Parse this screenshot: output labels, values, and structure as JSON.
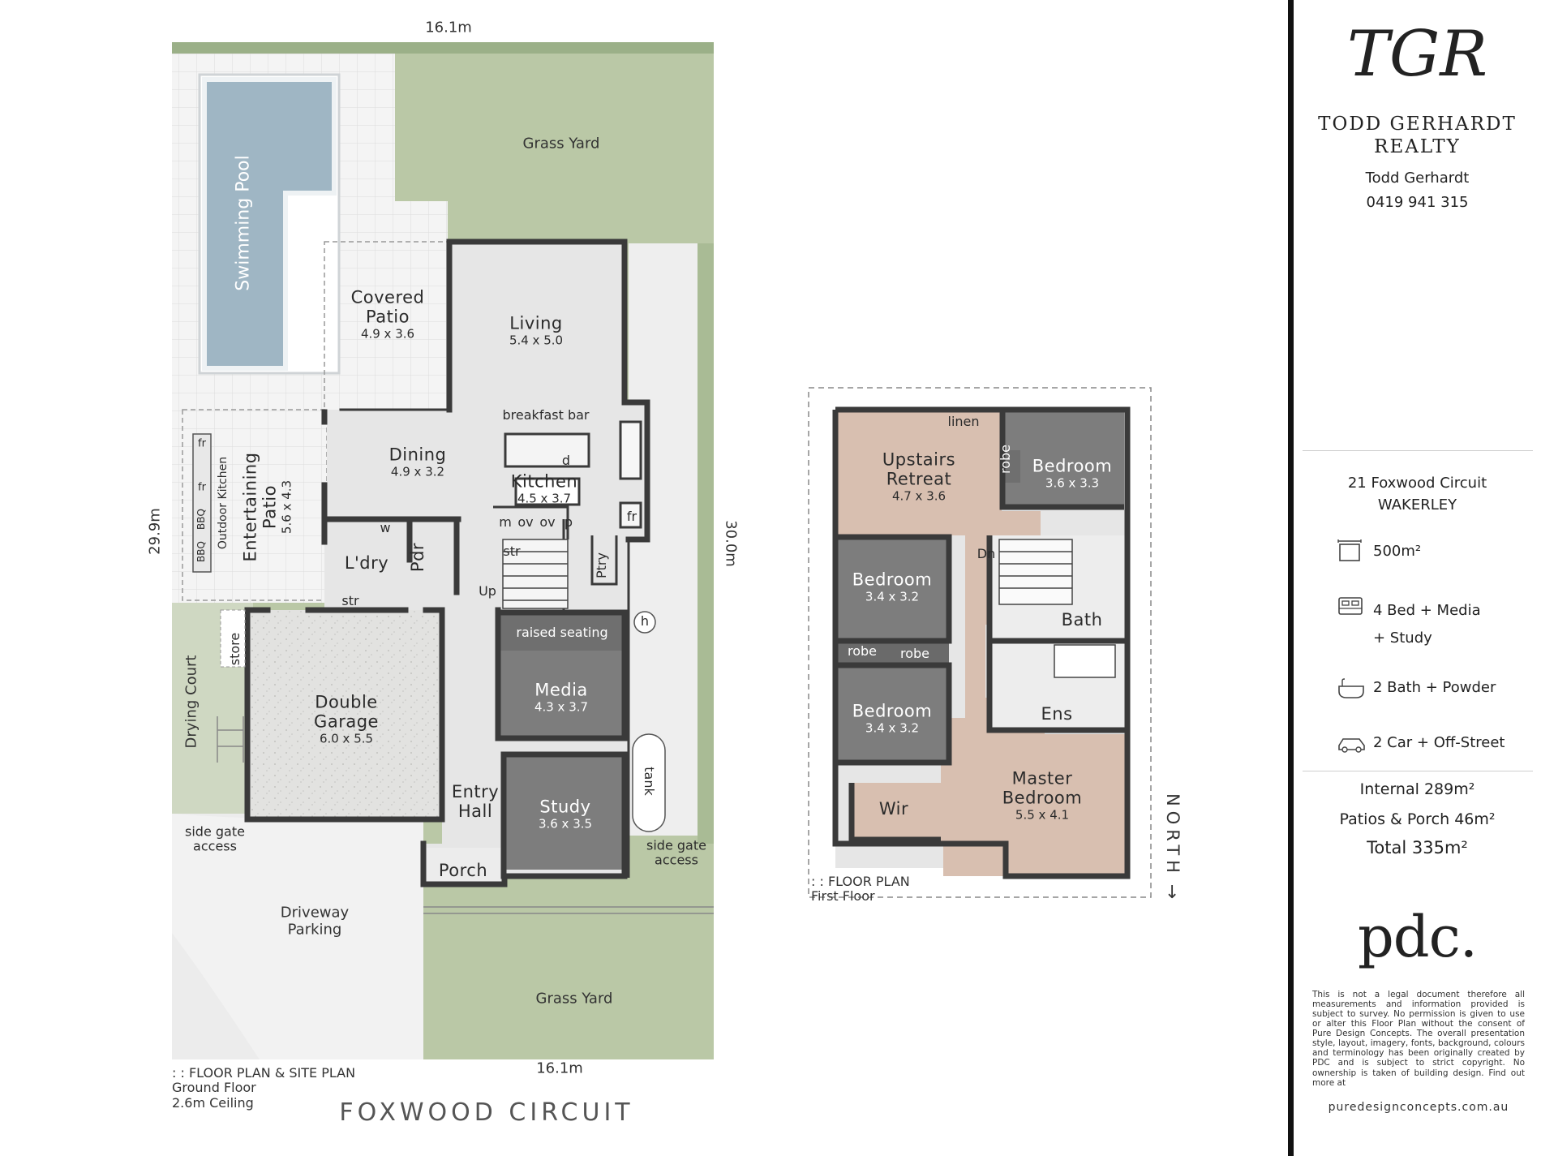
{
  "ground_floor": {
    "dimensions": {
      "top": "16.1m",
      "bottom": "16.1m",
      "left": "29.9m",
      "right": "30.0m"
    },
    "site_labels": {
      "grass_yard_back": "Grass Yard",
      "grass_yard_front": "Grass Yard",
      "swimming_pool": "Swimming Pool",
      "drying_court": "Drying Court",
      "side_gate_left": [
        "side gate",
        "access"
      ],
      "side_gate_right": [
        "side gate",
        "access"
      ],
      "driveway": [
        "Driveway",
        "Parking"
      ],
      "tank": "tank",
      "h": "h",
      "store": "store",
      "outdoor_kitchen": "Outdoor Kitchen",
      "fr1": "fr",
      "fr2": "fr",
      "bbq1": "BBQ",
      "bbq2": "BBQ"
    },
    "rooms": {
      "covered_patio": {
        "name": [
          "Covered",
          "Patio"
        ],
        "size": "4.9 x 3.6"
      },
      "living": {
        "name": "Living",
        "size": "5.4 x 5.0"
      },
      "dining": {
        "name": "Dining",
        "size": "4.9 x 3.2"
      },
      "kitchen": {
        "name": "Kitchen",
        "size": "4.5 x 3.7"
      },
      "entertaining_patio": {
        "name": [
          "Entertaining",
          "Patio"
        ],
        "size": "5.6 x 4.3"
      },
      "double_garage": {
        "name": [
          "Double",
          "Garage"
        ],
        "size": "6.0 x 5.5"
      },
      "media": {
        "name": "Media",
        "size": "4.3 x 3.7"
      },
      "study": {
        "name": "Study",
        "size": "3.6 x 3.5"
      },
      "entry_hall": {
        "name": [
          "Entry",
          "Hall"
        ]
      },
      "porch": {
        "name": "Porch"
      },
      "laundry": {
        "name": "L'dry"
      },
      "powder": {
        "name": "Pdr"
      },
      "pantry": {
        "name": "Ptry"
      }
    },
    "fixtures": {
      "breakfast_bar": "breakfast bar",
      "raised_seating": "raised seating",
      "m": "m",
      "ov1": "ov",
      "ov2": "ov",
      "p": "p",
      "d": "d",
      "w": "w",
      "fr_kitchen": "fr",
      "str_kitchen": "str",
      "str_garage": "str",
      "up": "Up"
    },
    "caption": {
      "title": ": : FLOOR PLAN & SITE PLAN",
      "line2": "Ground Floor",
      "line3": "2.6m Ceiling"
    },
    "street_name": "FOXWOOD CIRCUIT"
  },
  "first_floor": {
    "rooms": {
      "upstairs_retreat": {
        "name": [
          "Upstairs",
          "Retreat"
        ],
        "size": "4.7 x 3.6"
      },
      "bedroom_ne": {
        "name": "Bedroom",
        "size": "3.6 x 3.3"
      },
      "bedroom_w1": {
        "name": "Bedroom",
        "size": "3.4 x 3.2"
      },
      "bedroom_w2": {
        "name": "Bedroom",
        "size": "3.4 x 3.2"
      },
      "master_bedroom": {
        "name": [
          "Master",
          "Bedroom"
        ],
        "size": "5.5 x 4.1"
      },
      "bath": {
        "name": "Bath"
      },
      "ensuite": {
        "name": "Ens"
      },
      "wir": {
        "name": "Wir"
      }
    },
    "fixtures": {
      "linen": "linen",
      "robe_ne": "robe",
      "robe1": "robe",
      "robe2": "robe",
      "dn": "Dn"
    },
    "caption": {
      "title": ": : FLOOR PLAN",
      "line2": "First Floor"
    },
    "north": "NORTH"
  },
  "sidebar": {
    "logo_monogram": "TGR",
    "agency": [
      "TODD GERHARDT",
      "REALTY"
    ],
    "agent": "Todd Gerhardt",
    "phone": "0419 941 315",
    "address": [
      "21 Foxwood Circuit",
      "WAKERLEY"
    ],
    "features": {
      "land": "500m²",
      "bed": [
        "4 Bed + Media",
        "+ Study"
      ],
      "bath": "2 Bath + Powder",
      "car": "2 Car + Off-Street"
    },
    "areas": {
      "internal": "Internal 289m²",
      "patios": "Patios & Porch 46m²",
      "total": "Total 335m²"
    },
    "brand": "pdc.",
    "disclaimer": "This is not a legal document therefore all measurements and information provided is subject to survey. No permission is given to use or alter this Floor Plan without the consent of Pure Design Concepts. The overall presentation style, layout, imagery, fonts, background, colours and terminology has been originally created by PDC and is subject to strict copyright. No ownership is taken of building design. Find out more at",
    "website": "puredesignconcepts.com.au"
  },
  "colors": {
    "grass": "#bac8a6",
    "paving": "#f3f3f3",
    "pool": "#9fb6c4",
    "floor_light": "#e6e6e6",
    "floor_dark": "#7d7d7d",
    "timber": "#d8bfb0",
    "wall": "#3a3a3a"
  }
}
